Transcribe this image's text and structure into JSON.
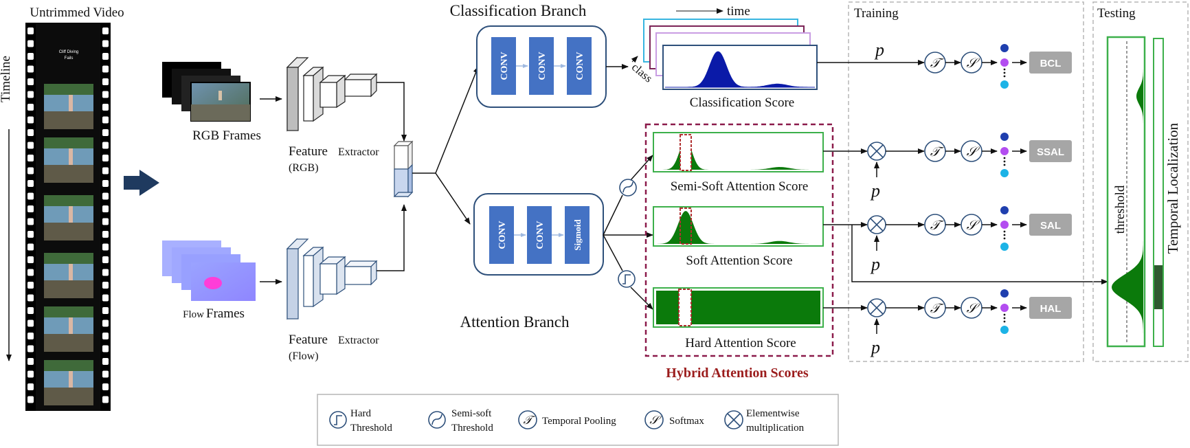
{
  "video": {
    "title": "Untrimmed Video",
    "timeline": "Timeline",
    "frame_caption": "Cliff Diving Fails"
  },
  "streams": {
    "rgb_label": "RGB Frames",
    "flow_label_a": "Flow",
    "flow_label_b": "Frames",
    "fe_rgb_a": "Feature",
    "fe_rgb_b": "Extractor",
    "fe_rgb_c": "(RGB)",
    "fe_flow_a": "Feature",
    "fe_flow_b": "Extractor",
    "fe_flow_c": "(Flow)"
  },
  "classification": {
    "title": "Classification Branch",
    "conv": [
      "CONV",
      "CONV",
      "CONV"
    ],
    "time_label": "time",
    "class_label": "class",
    "score_label": "Classification Score"
  },
  "attention": {
    "title": "Attention Branch",
    "conv": [
      "CONV",
      "CONV"
    ],
    "sigmoid": "Sigmoid"
  },
  "scores": {
    "semi_soft": "Semi-Soft Attention Score",
    "soft": "Soft Attention Score",
    "hard": "Hard Attention Score",
    "hybrid": "Hybrid Attention Scores"
  },
  "training": {
    "title": "Training",
    "p": "p",
    "tau": "𝒯",
    "sig": "𝒮",
    "losses": [
      "BCL",
      "SSAL",
      "SAL",
      "HAL"
    ]
  },
  "testing": {
    "title": "Testing",
    "threshold": "threshold",
    "localization": "Temporal Localization"
  },
  "legend": {
    "hard_a": "Hard",
    "hard_b": "Threshold",
    "semi_a": "Semi-soft",
    "semi_b": "Threshold",
    "pool": "Temporal Pooling",
    "softmax": "Softmax",
    "mult_a": "Elementwise",
    "mult_b": "multiplication"
  },
  "colors": {
    "conv": "#4472c4",
    "green": "#0b7a0b",
    "navy": "#2d4f7a",
    "dark_red": "#9b1c1c",
    "loss": "#a6a6a6"
  }
}
